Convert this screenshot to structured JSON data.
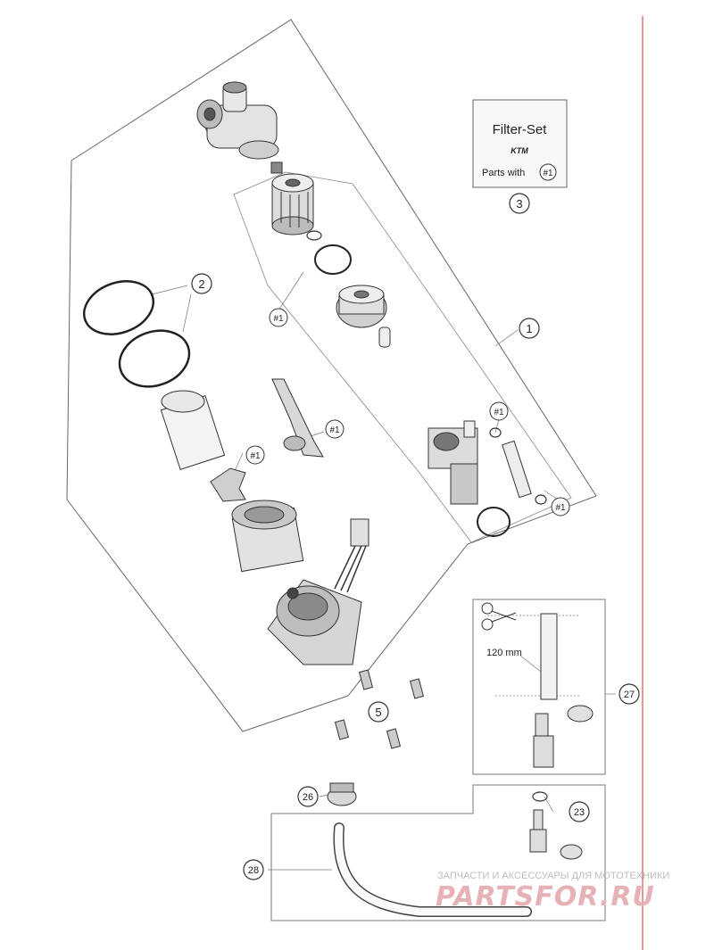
{
  "filter_set": {
    "title": "Filter-Set",
    "brand": "KTM",
    "parts_with": "Parts with",
    "parts_ref": "#1"
  },
  "callouts": {
    "c1": "1",
    "c2": "2",
    "c3": "3",
    "c5": "5",
    "c23": "23",
    "c26": "26",
    "c27": "27",
    "c28": "28",
    "h1": "#1",
    "h2": "#1",
    "h3": "#1",
    "h4": "#1",
    "h5": "#1",
    "h6": "#1"
  },
  "hose_length": "120 mm",
  "watermark": {
    "line1": "ЗАПЧАСТИ И АКСЕССУАРЫ ДЛЯ МОТОТЕХНИКИ",
    "line2": "PARTSFOR.RU"
  },
  "colors": {
    "line": "#555555",
    "margin_rule": "#e05050",
    "watermark_red": "#e7b2b5"
  }
}
